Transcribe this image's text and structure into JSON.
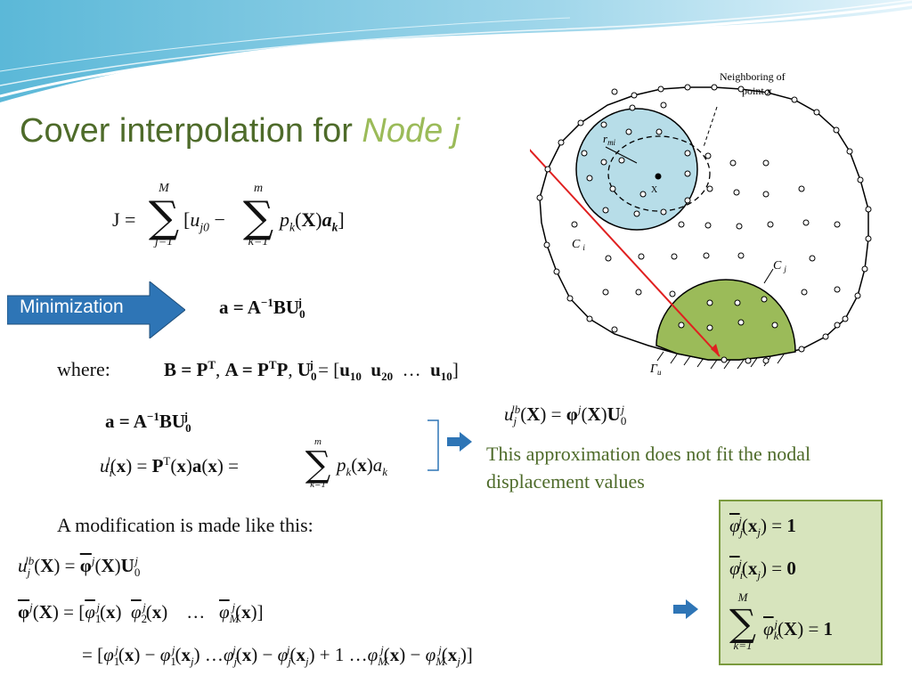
{
  "title": {
    "main": "Cover interpolation for ",
    "emph": "Node j"
  },
  "minimization_label": "Minimization",
  "where_label": "where:",
  "modification_text": "A modification is made like this:",
  "note_text": "This approximation does not fit the nodal displacement values",
  "figure": {
    "label_neighboring": "Neighboring of",
    "label_point": "point ",
    "label_point_var": "x",
    "label_rmi": "r",
    "label_rmi_sub": "mi",
    "label_x": "X",
    "label_ci": "C",
    "label_ci_sub": "i",
    "label_cj": "C",
    "label_cj_sub": "j",
    "label_gamma": "Γ",
    "label_gamma_sub": "u"
  },
  "colors": {
    "title": "#4e6b2a",
    "title_emph": "#9bbb59",
    "arrow": "#2e75b6",
    "box_fill": "#d7e4bd",
    "red_line": "#e02020",
    "circle_fill": "#b7dde8",
    "half_fill": "#9bbb59"
  }
}
